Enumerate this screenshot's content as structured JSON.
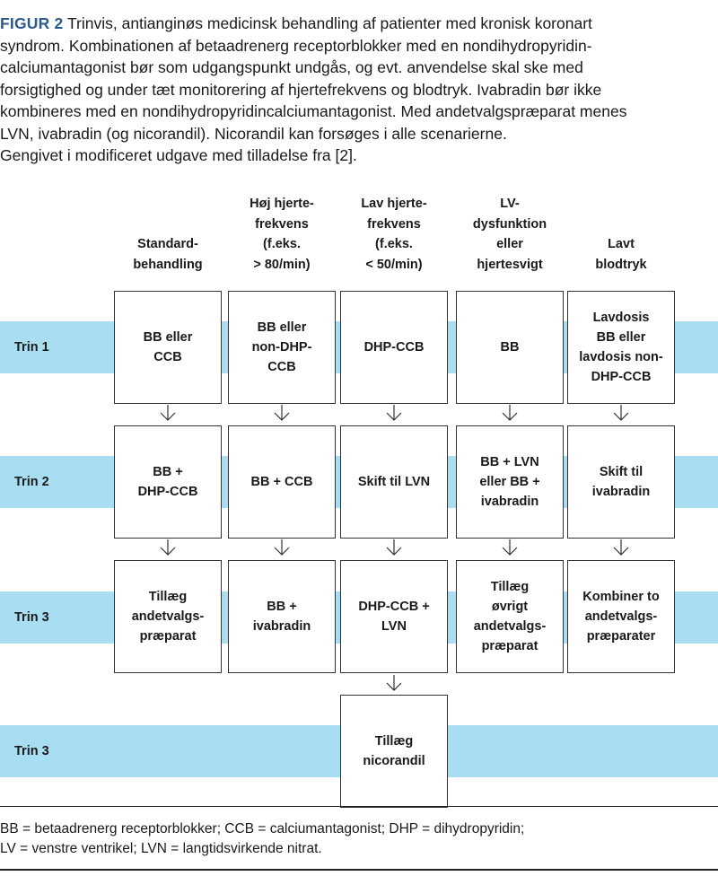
{
  "caption": {
    "label": "FIGUR 2",
    "line1": " Trinvis, antianginøs medicinsk behandling af patienter med kronisk koronart",
    "line2": "syndrom. Kombinationen af betaadrenerg receptorblokker med en nondihydropyridin-",
    "line3": "calciumantagonist bør som udgangspunkt undgås, og evt. anvendelse skal ske med",
    "line4": "forsigtighed og under tæt monitorering af hjertefrekvens og blodtryk. Ivabradin bør ikke",
    "line5": "kombineres med en nondihydropyridincalciumantagonist. Med andetvalgspræparat menes",
    "line6": "LVN, ivabradin (og nicorandil). Nicorandil kan forsøges i alle scenarierne.",
    "line7": "Gengivet i modificeret udgave med tilladelse fra [2]."
  },
  "columns": [
    "Standard-\nbehandling",
    "Høj hjerte-\nfrekvens\n(f.eks.\n> 80/min)",
    "Lav hjerte-\nfrekvens\n(f.eks.\n< 50/min)",
    "LV-\ndysfunktion\neller\nhjertesvigt",
    "Lavt\nblodtryk"
  ],
  "rows": [
    {
      "label": "Trin 1",
      "cells": [
        "BB eller\nCCB",
        "BB eller\nnon-DHP-\nCCB",
        "DHP-CCB",
        "BB",
        "Lavdosis\nBB eller\nlavdosis non-\nDHP-CCB"
      ]
    },
    {
      "label": "Trin 2",
      "cells": [
        "BB +\nDHP-CCB",
        "BB + CCB",
        "Skift til LVN",
        "BB + LVN\neller BB +\nivabradin",
        "Skift til\nivabradin"
      ]
    },
    {
      "label": "Trin 3",
      "cells": [
        "Tillæg\nandetvalgs-\npræparat",
        "BB +\nivabradin",
        "DHP-CCB +\nLVN",
        "Tillæg\nøvrigt\nandetvalgs-\npræparat",
        "Kombiner to\nandetvalgs-\npræparater"
      ]
    },
    {
      "label": "Trin 3",
      "cells": [
        "",
        "",
        "Tillæg\nnicorandil",
        "",
        ""
      ]
    }
  ],
  "footnote": {
    "line1": "BB = betaadrenerg receptorblokker; CCB = calciumantagonist; DHP = dihydropyridin;",
    "line2": "LV = venstre ventrikel; LVN = langtidsvirkende nitrat."
  }
}
